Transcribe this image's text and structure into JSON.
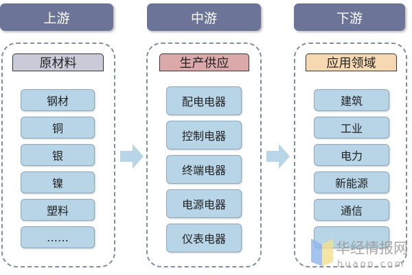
{
  "columns": [
    {
      "header": "上游",
      "subheader": "原材料",
      "items": [
        "钢材",
        "铜",
        "银",
        "镍",
        "塑料",
        "……"
      ]
    },
    {
      "header": "中游",
      "subheader": "生产供应",
      "items": [
        "配电电器",
        "控制电器",
        "终端电器",
        "电源电器",
        "仪表电器"
      ]
    },
    {
      "header": "下游",
      "subheader": "应用领域",
      "items": [
        "建筑",
        "工业",
        "电力",
        "新能源",
        "通信",
        ""
      ]
    }
  ],
  "colors": {
    "header": "#6c7598",
    "item": "#b7d5e6",
    "sub_upstream": "#c9cbd9",
    "sub_midstream": "#dba9a9",
    "sub_downstream": "#f6d8b2",
    "arrow": "#b8d6e8"
  },
  "watermark": {
    "cn": "华经情报网",
    "en": "huaon.com"
  }
}
